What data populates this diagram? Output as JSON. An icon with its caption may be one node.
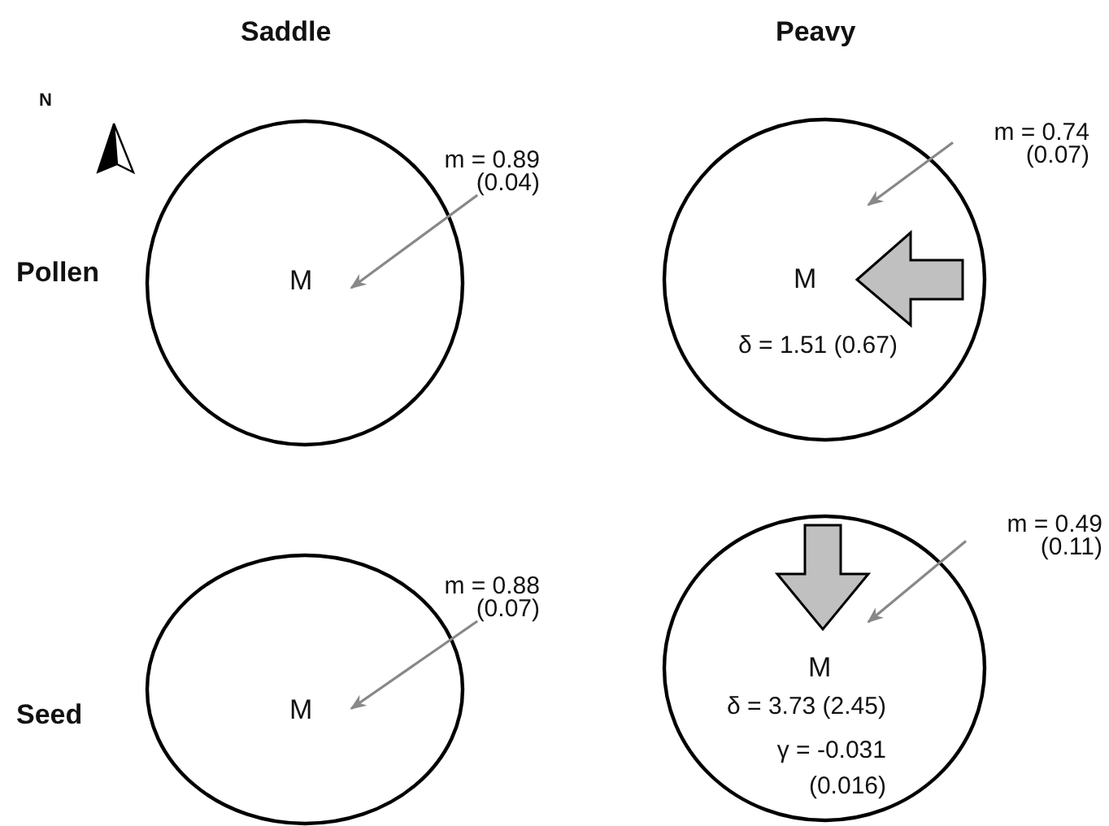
{
  "diagram": {
    "nodes": [
      {
        "text": [
          "M"
        ]
      },
      {
        "text": [
          "m = 0.89 (0.04)"
        ]
      },
      {
        "text": [
          "M",
          "δ = 1.51 (0.67)"
        ]
      },
      {
        "text": [
          "m = 0.74 (0.07)"
        ]
      },
      {
        "text": [
          "M"
        ]
      },
      {
        "text": [
          "m = 0.88 (0.07)"
        ]
      },
      {
        "text": [
          "M",
          "δ = 3.73 (2.45)",
          "γ = -0.031 (0.016)"
        ]
      },
      {
        "text": [
          "m = 0.49 (0.11)"
        ]
      }
    ],
    "edges": [
      {
        "from": 1,
        "to": 0,
        "arrow": "to",
        "color": "#888888"
      },
      {
        "from": 3,
        "to": 2,
        "arrow": "to",
        "color": "#888888"
      },
      {
        "from": 5,
        "to": 4,
        "arrow": "to",
        "color": "#888888"
      },
      {
        "from": 7,
        "to": 6,
        "arrow": "to",
        "color": "#888888"
      }
    ],
    "labels": [
      "Saddle",
      "Peavy",
      "N",
      "Pollen",
      "Seed"
    ]
  }
}
